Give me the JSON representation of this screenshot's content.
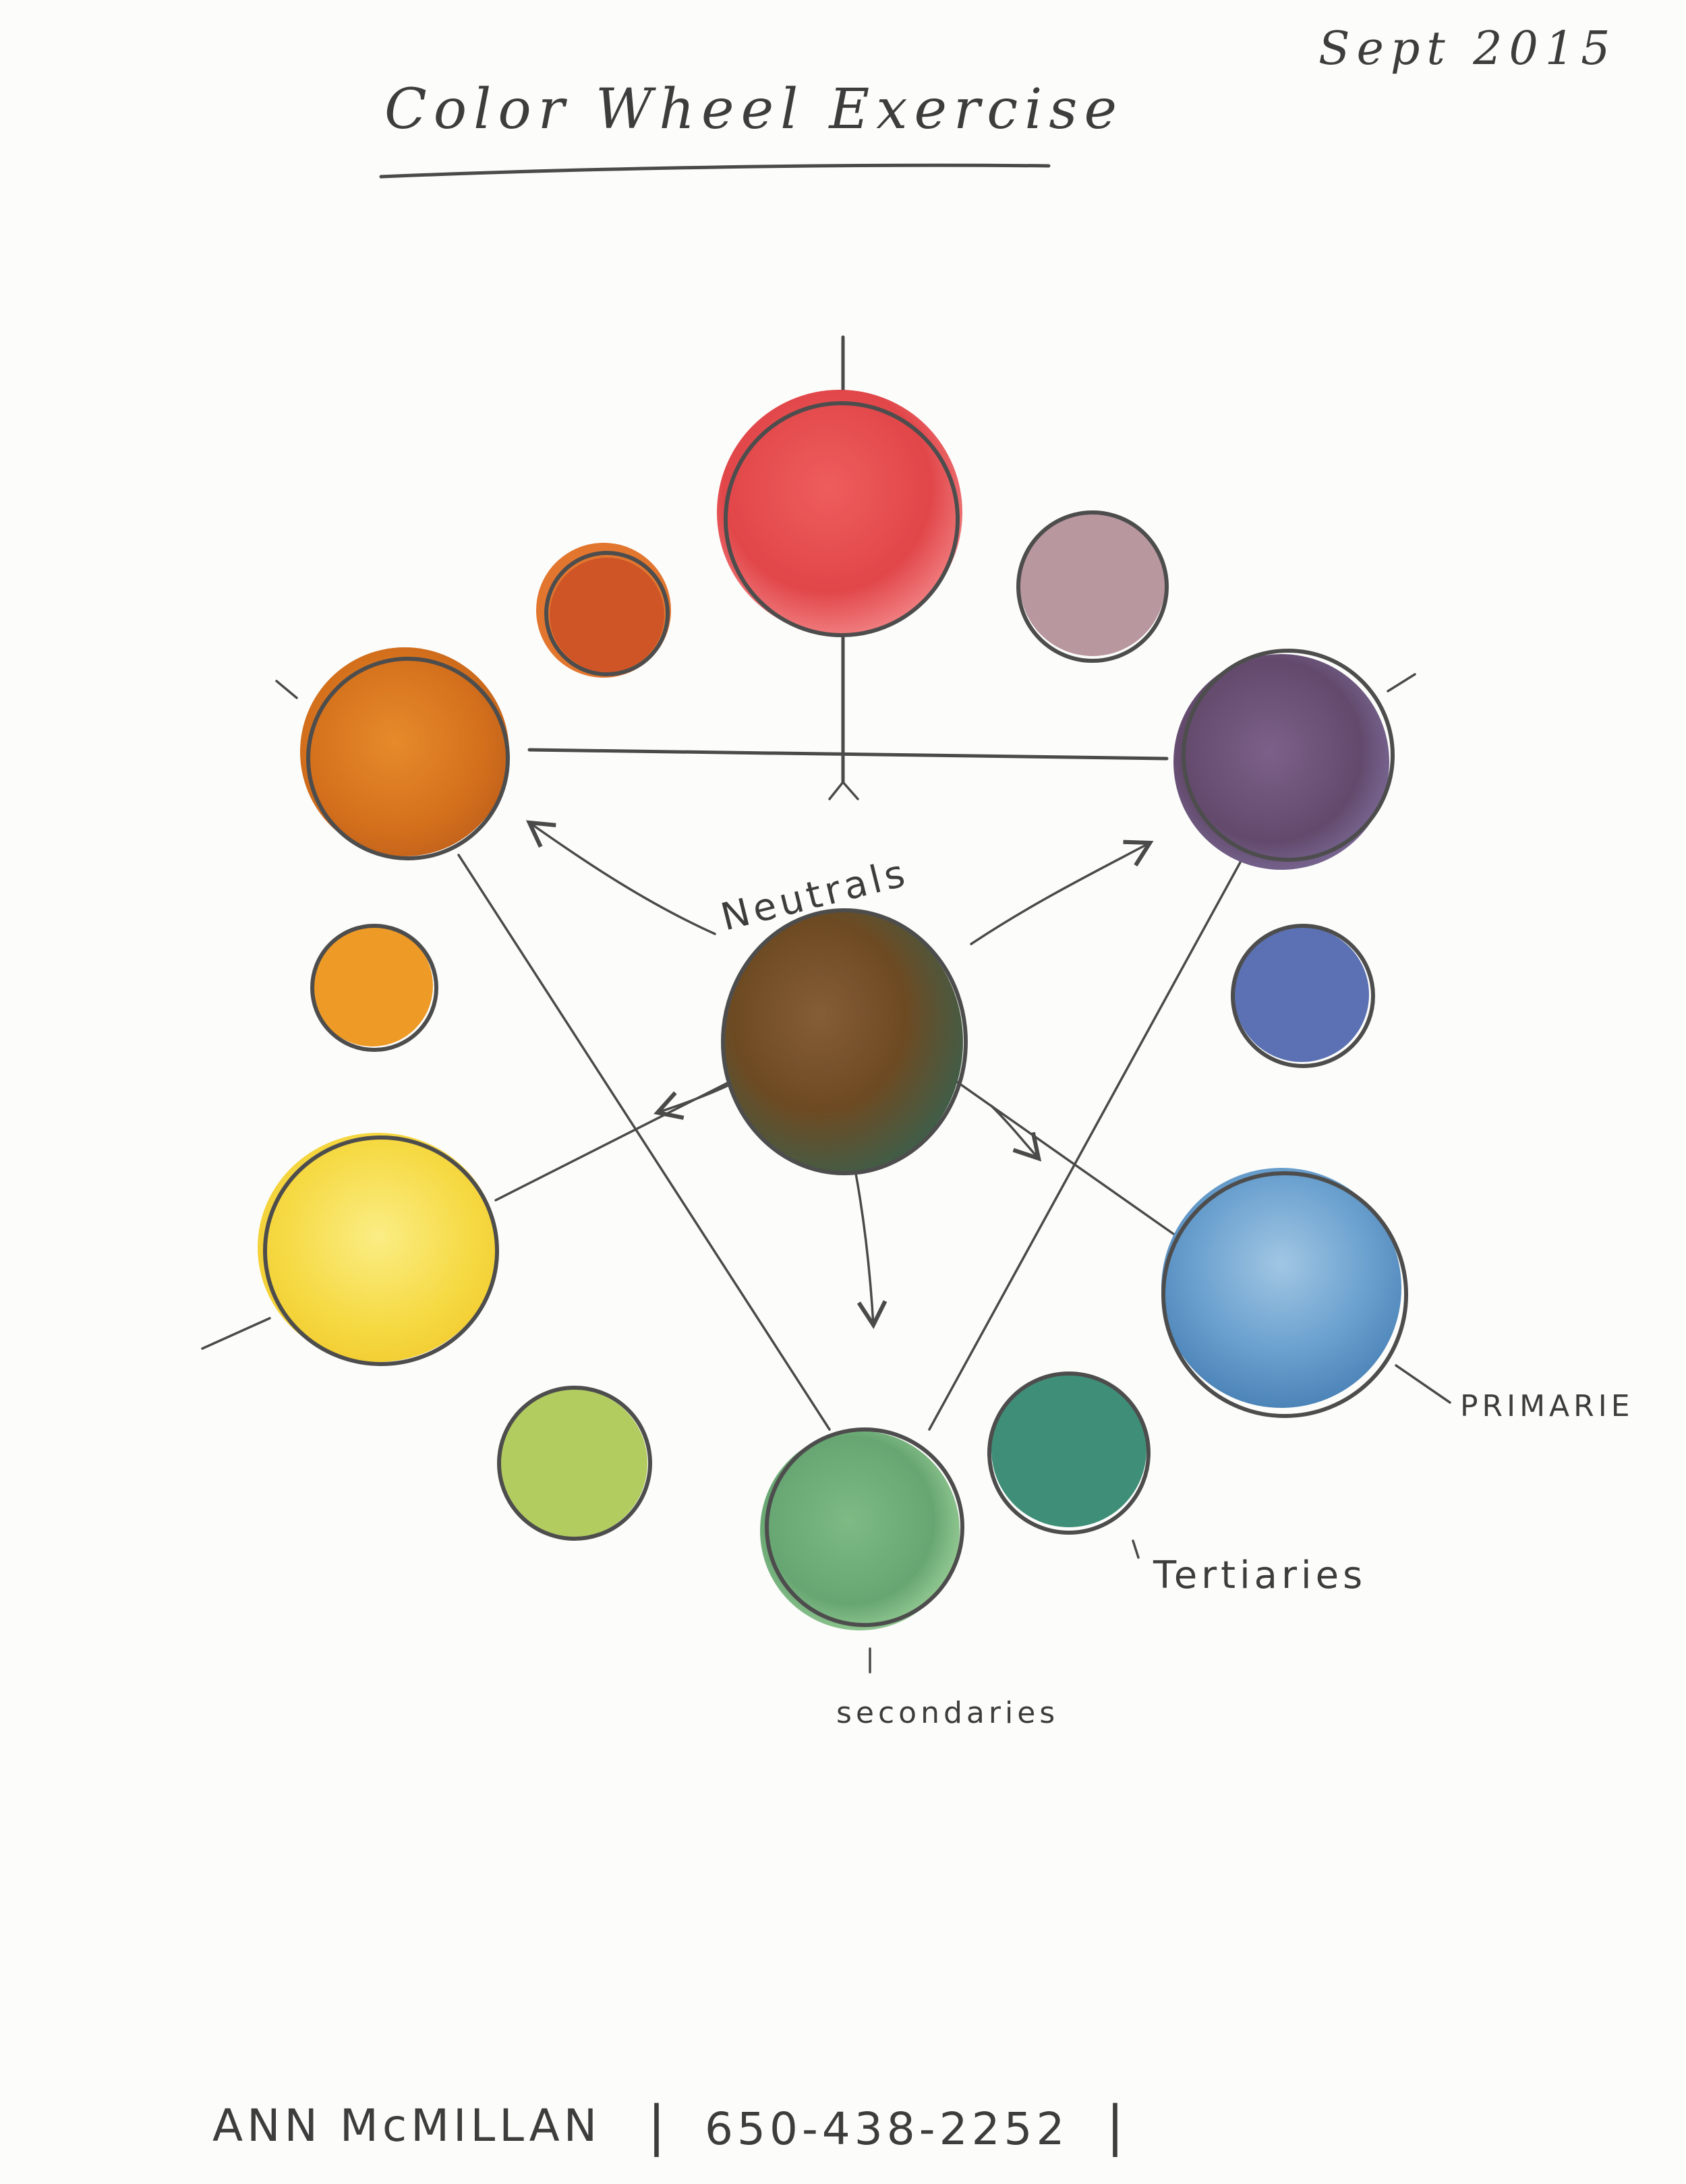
{
  "title": "Color Wheel Exercise",
  "date": "Sept 2015",
  "labels": {
    "neutrals": "Neutrals",
    "primaries": "PRIMARIE",
    "tertiaries": "Tertiaries",
    "secondaries": "secondaries"
  },
  "footer": {
    "name": "ANN McMILLAN",
    "phone": "650-438-2252",
    "separator": "|"
  },
  "swatches": [
    {
      "id": "red-primary",
      "role": "primary",
      "color": "#e04b4c"
    },
    {
      "id": "yellow-primary",
      "role": "primary",
      "color": "#f7da45"
    },
    {
      "id": "blue-primary",
      "role": "primary",
      "color": "#6ea3cf"
    },
    {
      "id": "orange-secondary",
      "role": "secondary",
      "color": "#d8761f"
    },
    {
      "id": "violet-secondary",
      "role": "secondary",
      "color": "#6b4f73"
    },
    {
      "id": "green-secondary",
      "role": "secondary",
      "color": "#6fae78"
    },
    {
      "id": "red-orange-tertiary",
      "role": "tertiary",
      "color": "#d4602f"
    },
    {
      "id": "red-violet-tertiary",
      "role": "tertiary",
      "color": "#b8959e"
    },
    {
      "id": "blue-violet-tertiary",
      "role": "tertiary",
      "color": "#5d72b4"
    },
    {
      "id": "blue-green-tertiary",
      "role": "tertiary",
      "color": "#3f8f78"
    },
    {
      "id": "yellow-green-tertiary",
      "role": "tertiary",
      "color": "#b3cc62"
    },
    {
      "id": "yellow-orange-tertiary",
      "role": "tertiary",
      "color": "#ee9a26"
    },
    {
      "id": "neutral-center",
      "role": "neutral",
      "color": "#75522c"
    }
  ]
}
